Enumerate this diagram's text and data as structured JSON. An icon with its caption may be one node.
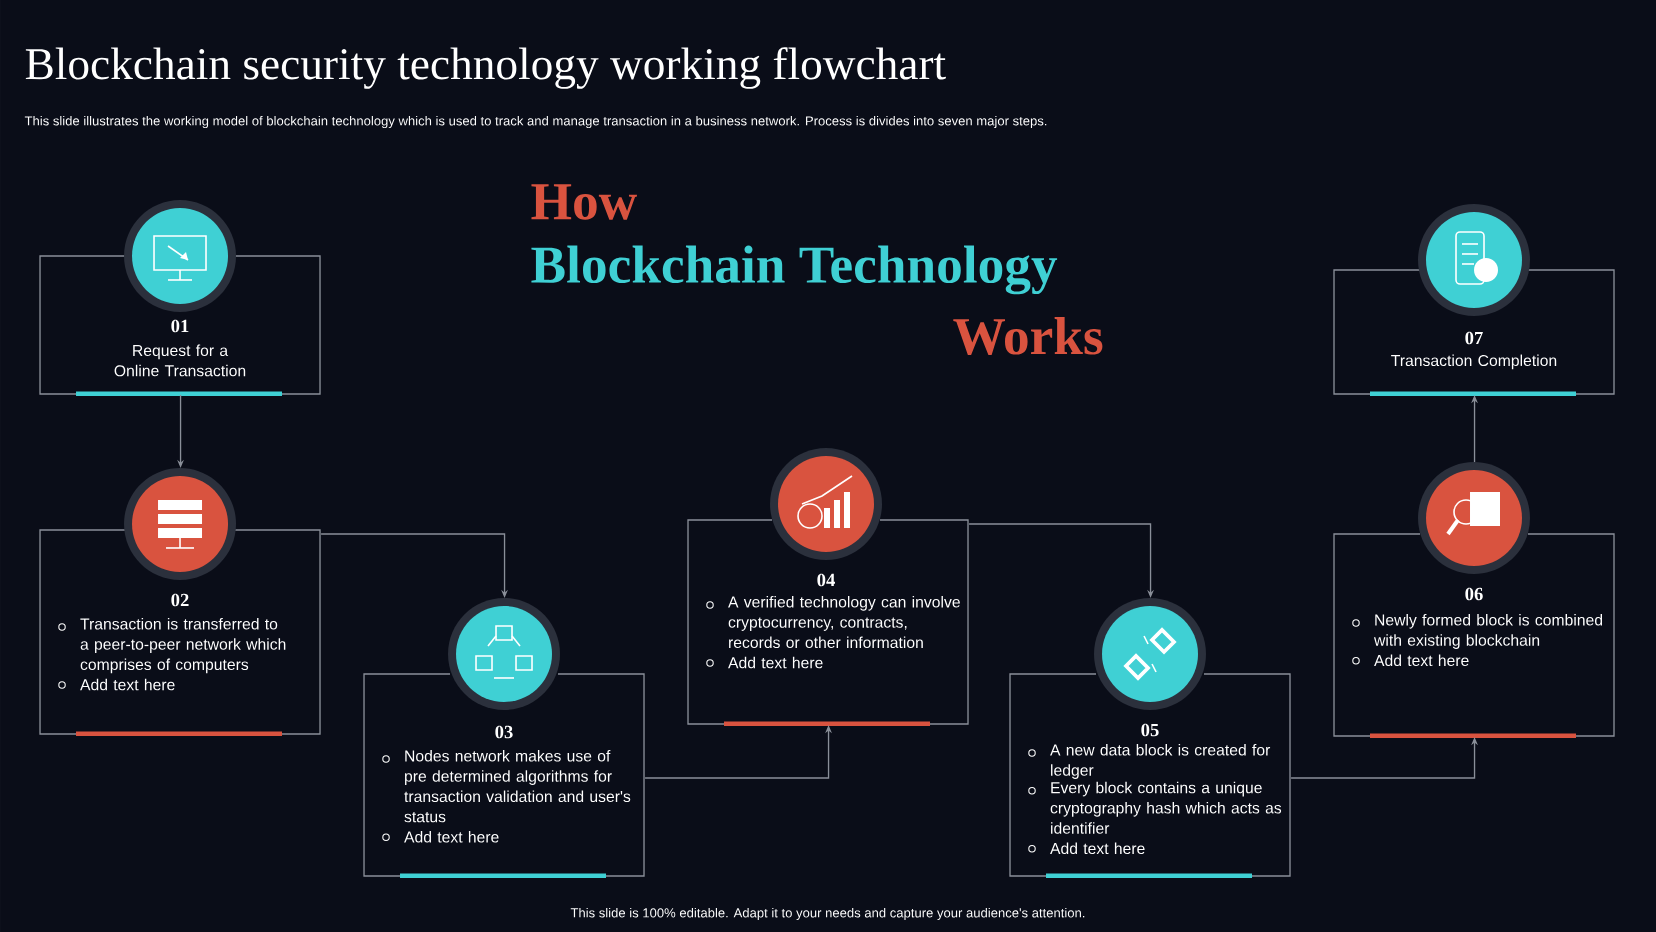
{
  "diagram": {
    "title": "Blockchain security technology working flowchart",
    "nodes": [
      {
        "text": [
          "01",
          "Request for a Online Transaction"
        ]
      },
      {
        "text": [
          "02",
          "Transaction is transferred to a peer-to-peer network which comprises of computers",
          "Add text here"
        ]
      },
      {
        "text": [
          "03",
          "Nodes network makes use of pre determined algorithms for transaction validation and user's status",
          "Add text here"
        ]
      },
      {
        "text": [
          "04",
          "A verified technology can involve cryptocurrency, contracts, records or other information",
          "Add text here"
        ]
      },
      {
        "text": [
          "05",
          "A new data block is created for ledger",
          "Every block contains a unique cryptography hash which acts as identifier",
          "Add text here"
        ]
      },
      {
        "text": [
          "06",
          "Newly formed block is combined with existing blockchain",
          "Add text here"
        ]
      },
      {
        "text": [
          "07",
          "Transaction Completion"
        ]
      }
    ],
    "edges": [
      {
        "from": 0,
        "to": 1,
        "arrow": "to"
      },
      {
        "from": 1,
        "to": 2,
        "arrow": "to"
      },
      {
        "from": 2,
        "to": 3,
        "arrow": "to"
      },
      {
        "from": 3,
        "to": 4,
        "arrow": "to"
      },
      {
        "from": 4,
        "to": 5,
        "arrow": "to"
      },
      {
        "from": 5,
        "to": 6,
        "arrow": "to"
      }
    ],
    "labels": [
      "This slide illustrates the working model of blockchain technology which is used to track and manage transaction in a business network. Process is divides into seven major steps.",
      "How",
      "Blockchain Technology",
      "Works",
      "This slide is 100% editable. Adapt it to your needs and capture your audience's attention."
    ]
  }
}
